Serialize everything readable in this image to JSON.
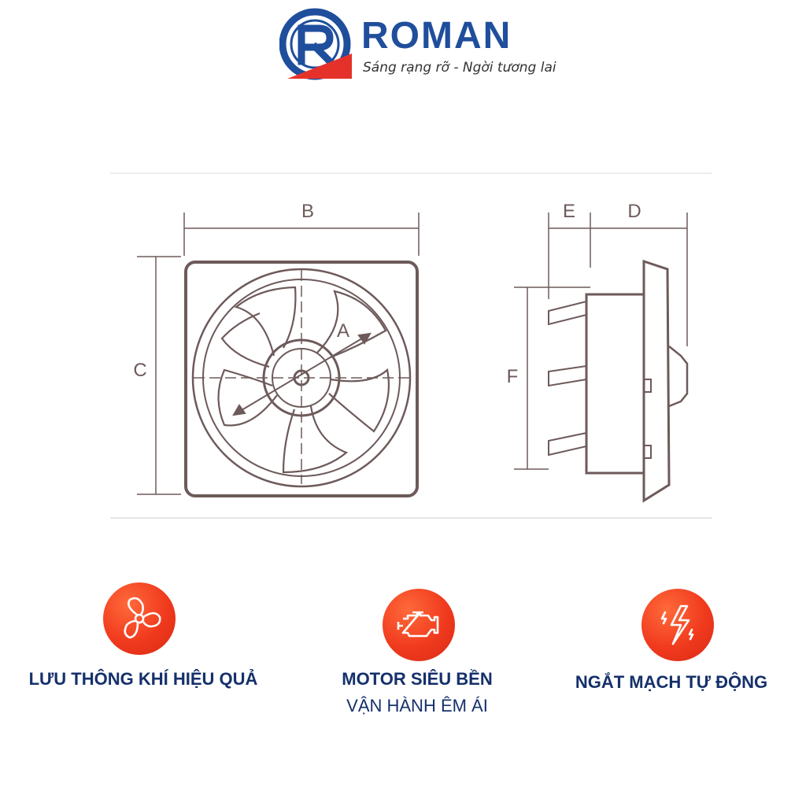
{
  "brand": {
    "name": "ROMAN",
    "tagline": "Sáng rạng rỡ - Ngời tương lai",
    "colors": {
      "primary": "#1f4e9c",
      "accent": "#e4322b"
    }
  },
  "diagram": {
    "labels": {
      "A": "A",
      "B": "B",
      "C": "C",
      "D": "D",
      "E": "E",
      "F": "F"
    },
    "views": [
      "front-view",
      "side-view"
    ]
  },
  "features": [
    {
      "icon": "fan-icon",
      "title": "LƯU THÔNG KHÍ HIỆU QUẢ",
      "subtitle": ""
    },
    {
      "icon": "engine-icon",
      "title": "MOTOR SIÊU BỀN",
      "subtitle": "VẬN HÀNH ÊM ÁI"
    },
    {
      "icon": "lightning-icon",
      "title": "NGẮT MẠCH TỰ ĐỘNG",
      "subtitle": ""
    }
  ],
  "colors": {
    "feature_icon_bg": "#f03a1e",
    "feature_text": "#15306b",
    "line_art": "#6e5a5a"
  }
}
